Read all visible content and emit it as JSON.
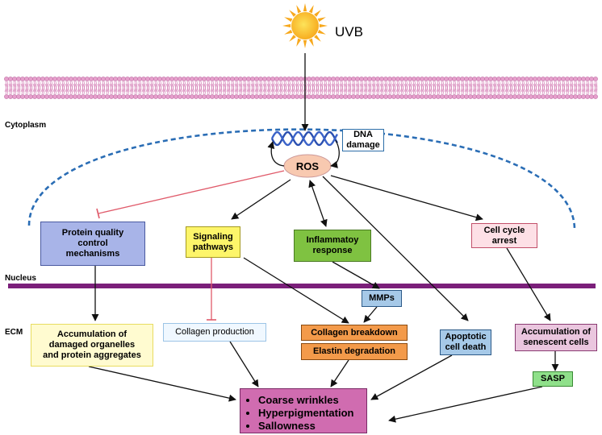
{
  "labels": {
    "uvb": "UVB",
    "cytoplasm": "Cytoplasm",
    "nucleus": "Nucleus",
    "ecm": "ECM"
  },
  "nodes": {
    "dna_damage": "DNA\ndamage",
    "ros": "ROS",
    "protein_quality": "Protein quality\ncontrol\nmechanisms",
    "signaling": "Signaling\npathways",
    "inflammatory": "Inflammatoy\nresponse",
    "cell_cycle": "Cell cycle\narrest",
    "mmps": "MMPs",
    "accumulation_damaged": "Accumulation of\ndamaged organelles\nand protein aggregates",
    "collagen_production": "Collagen production",
    "collagen_breakdown": "Collagen breakdown",
    "elastin": "Elastin degradation",
    "apoptotic": "Apoptotic\ncell death",
    "senescent": "Accumulation of\nsenescent cells",
    "sasp": "SASP"
  },
  "effects": [
    "Coarse wrinkles",
    "Hyperpigmentation",
    "Sallowness"
  ],
  "colors": {
    "sun": "#f7a81b",
    "membrane_head": "#e6a0cc",
    "nucleus_line": "#7b1f7a",
    "dashed_arc": "#2a6db5",
    "inhibit": "#e05a6a",
    "blue_box": "#a8b4e8",
    "yellow_box": "#fdf56a",
    "green_box": "#7fc241",
    "pink_box": "#fde0e6",
    "orange_box": "#f39a4a",
    "light_blue_box": "#a6c9e8",
    "mauve_box": "#eac6de",
    "sasp_box": "#8fe08a",
    "effects_box": "#d06cb0"
  }
}
